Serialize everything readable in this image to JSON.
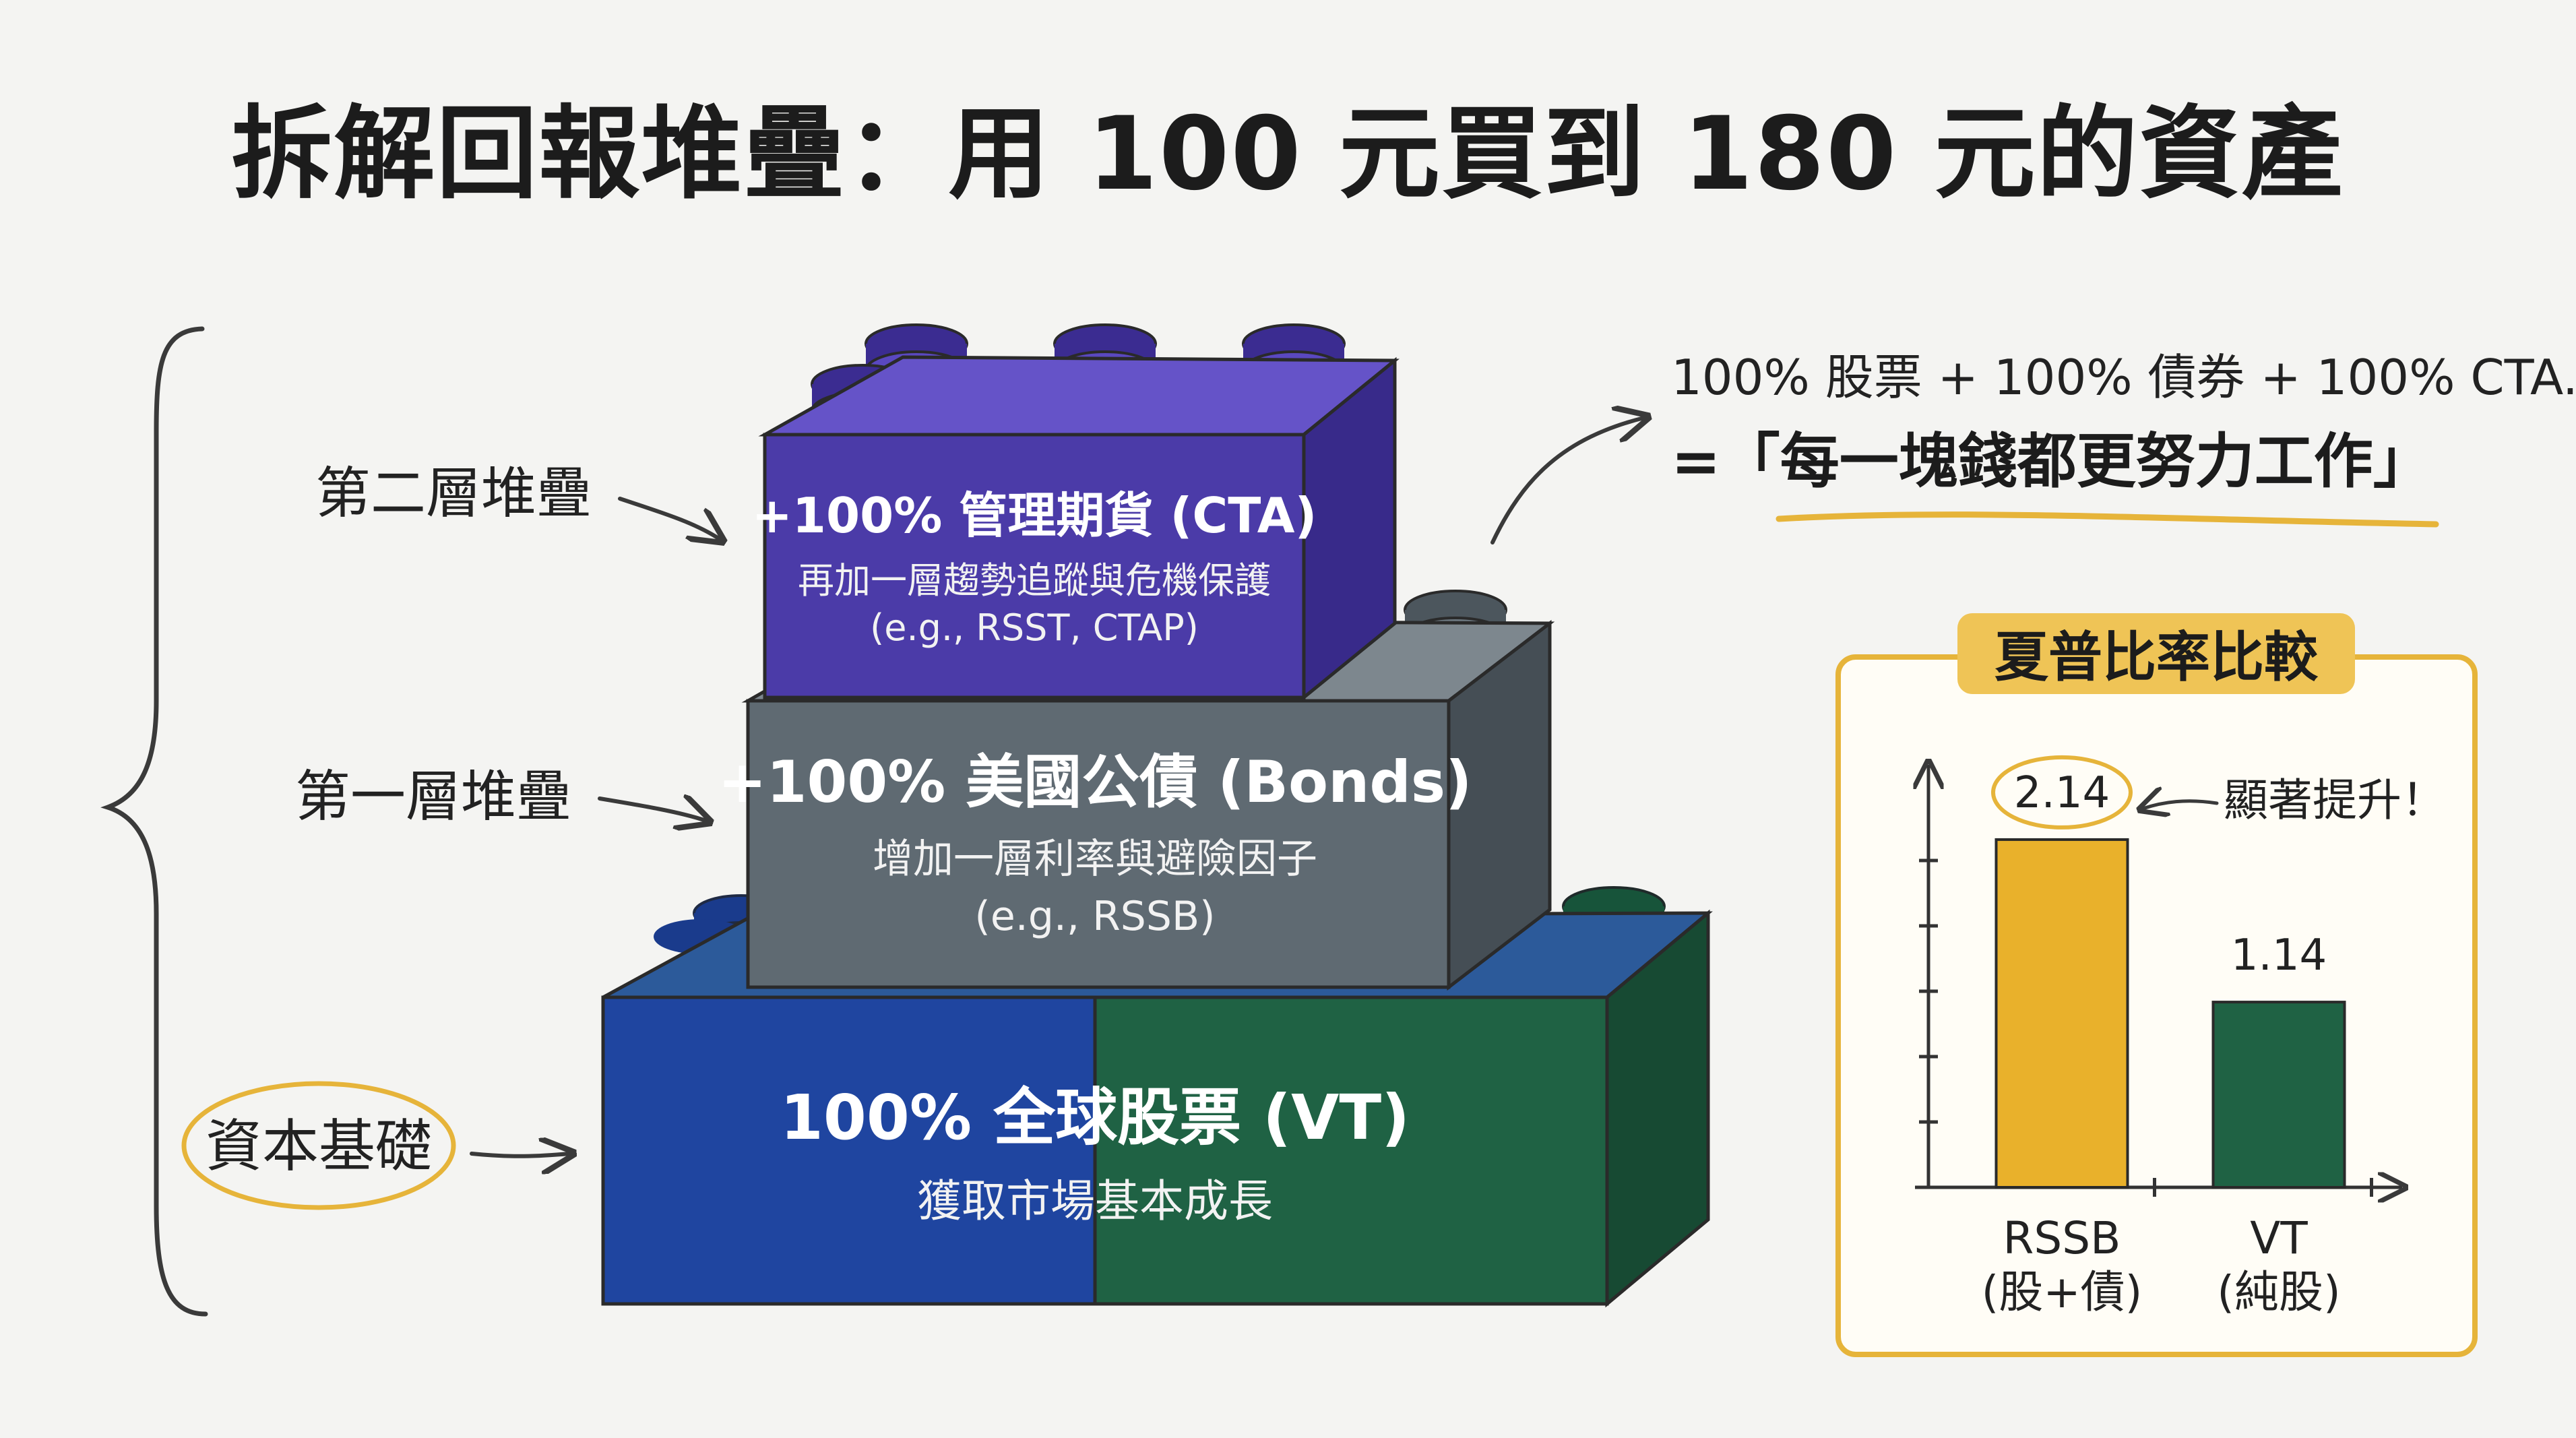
{
  "title": "拆解回報堆疊：用 100 元買到 180 元的資產",
  "layers": {
    "layer2": {
      "label": "第二層堆疊",
      "title": "+100% 管理期貨 (CTA)",
      "subtitle": "再加一層趨勢追蹤與危機保護",
      "examples": "(e.g., RSST, CTAP)",
      "color": "#4b3ba8"
    },
    "layer1": {
      "label": "第一層堆疊",
      "title": "+100% 美國公債 (Bonds)",
      "subtitle": "增加一層利率與避險因子",
      "examples": "(e.g., RSSB)",
      "color": "#5f6a72"
    },
    "base": {
      "label": "資本基礎",
      "title": "100% 全球股票 (VT)",
      "subtitle": "獲取市場基本成長",
      "color_left": "#1f45a0",
      "color_right": "#1f6244"
    }
  },
  "summary": {
    "formula": "100% 股票 + 100% 債券 + 100% CTA...",
    "conclusion": "=「每一塊錢都更努力工作」"
  },
  "sharpe_panel": {
    "title": "夏普比率比較",
    "annotation": "顯著提升！"
  },
  "chart_data": {
    "type": "bar",
    "title": "夏普比率比較",
    "categories": [
      "RSSB\n(股+債)",
      "VT\n(純股)"
    ],
    "category_lines": [
      [
        "RSSB",
        "(股+債)"
      ],
      [
        "VT",
        "(純股)"
      ]
    ],
    "values": [
      2.14,
      1.14
    ],
    "value_labels": [
      "2.14",
      "1.14"
    ],
    "colors": [
      "#e9b12b",
      "#1f6244"
    ],
    "ylim": [
      0,
      2.6
    ],
    "grid": false
  }
}
